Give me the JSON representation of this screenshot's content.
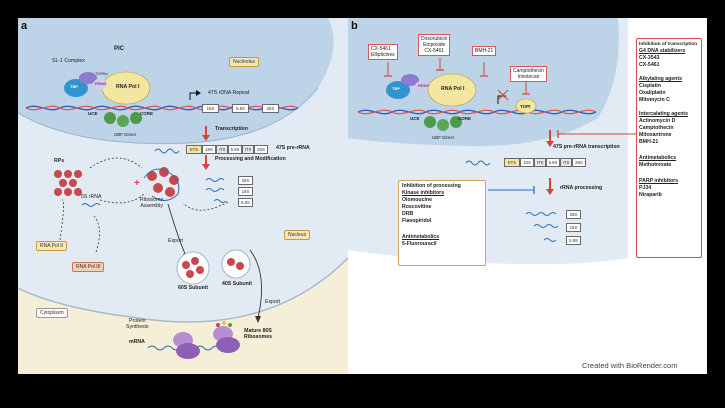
{
  "panel_a": {
    "letter": "a",
    "pic": "PIC",
    "sl1_complex": "SL-1 Complex",
    "nucleolus": "Nucleolus",
    "nucleus": "Nucleus",
    "cytoplasm": "Cytoplasm",
    "tbp": "TBP",
    "taf": "TAFs",
    "topiia": "TOPIIα",
    "rrn3": "RRN3",
    "rna_pol_i": "RNA Pol I",
    "uce": "UCE",
    "core": "CORE",
    "ubf_dimer": "UBF Dimer",
    "rdna_repeat": "47S rDNA Repeat",
    "transcription": "Transcription",
    "pre_rrna": "47S pre-rRNA",
    "processing": "Processing and Modification",
    "segments_top": [
      "18S",
      "5.8S",
      "28S"
    ],
    "segments_pre": [
      "ETS",
      "18S",
      "ITS",
      "5.8S",
      "ITS",
      "28S"
    ],
    "products": [
      "28S",
      "18S",
      "5.8S"
    ],
    "rps": "RPs",
    "rrna_5s": "5S rRNA",
    "ribosome_assembly": "Ribosome\nAssembly",
    "rna_pol_ii": "RNA Pol II",
    "rna_pol_iii": "RNA Pol III",
    "export1": "Export",
    "export2": "Export",
    "subunit60": "60S Subunit",
    "subunit40": "40S Subunit",
    "protein_synthesis": "Protein\nSynthesis",
    "mrna": "mRNA",
    "mature": "Mature 80S\nRibosomes"
  },
  "panel_b": {
    "letter": "b",
    "drug_boxes": [
      "CX-5461\nEllipticines",
      "Doxorubicin\nEtoposide\nCX-5461",
      "BMH-21",
      "Camptothecin\nIrinotecan"
    ],
    "topi": "TOPI",
    "transcription_label": "47S pre-rRNA transcription",
    "rrna_processing": "rRNA processing",
    "products": [
      "28S",
      "18S",
      "5.8S"
    ],
    "inhibition_processing": {
      "title": "Inhibition of processing",
      "subtitle": "Kinase inhibitors",
      "items": [
        "Olomoucine",
        "Roscovitine",
        "DRB",
        "Flavopiridol"
      ],
      "subtitle2": "Antimetabolics",
      "items2": [
        "5-Fluorouracil"
      ]
    },
    "inhibition_transcription": {
      "title": "Inhibition of transcription",
      "g4_title": "G4 DNA stabilizers",
      "g4_items": [
        "CX-3543",
        "CX-5461"
      ],
      "alkylating_title": "Alkylating agents",
      "alkylating_items": [
        "Cisplatin",
        "Oxaliplatin",
        "Mitomycin C"
      ],
      "intercalating_title": "Intercalating agents",
      "intercalating_items": [
        "Actinomycin D",
        "Camptothecin",
        "Mitoxantrone",
        "BMH-21"
      ],
      "antimetabolics_title": "Antimetabolics",
      "antimetabolics_items": [
        "Methotrexate"
      ],
      "parp_title": "PARP inhibitors",
      "parp_items": [
        "PJ34",
        "Niraparib"
      ]
    },
    "credit": "Created with BioRender.com"
  },
  "colors": {
    "nucleus": "#dfe9f2",
    "nucleolus": "#b7d1ea",
    "cytoplasm": "#f5efd9",
    "rdna": "#3a5ab0",
    "inhibitor_red": "#d9413b",
    "ribosome_red": "#c9484e",
    "ribosome_purple": "#b58fd0"
  }
}
